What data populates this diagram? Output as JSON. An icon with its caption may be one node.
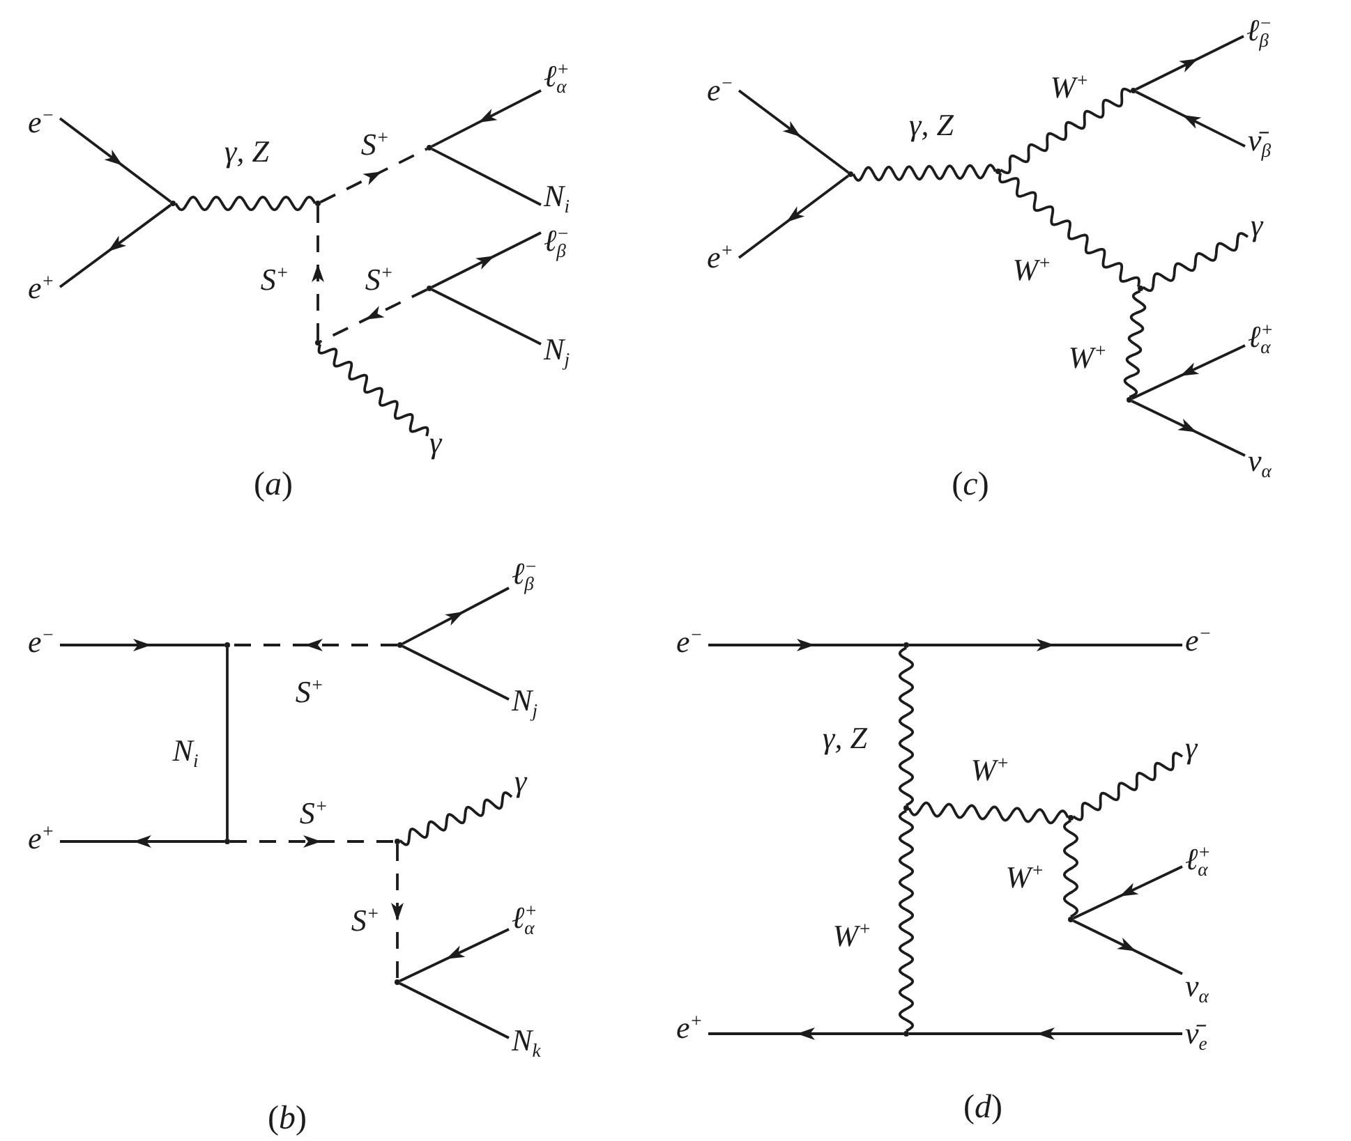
{
  "diagram": {
    "nodes": [
      {
        "text": [
          "e$^{−}$"
        ]
      },
      {
        "text": [
          "e$^{+}$"
        ]
      },
      {
        "text": [],
        "shape": "dot"
      },
      {
        "text": [],
        "shape": "dot"
      },
      {
        "text": [],
        "shape": "dot"
      },
      {
        "text": [],
        "shape": "dot"
      },
      {
        "text": [],
        "shape": "dot"
      },
      {
        "text": [
          "ℓ$^{+}$$_{α}$"
        ]
      },
      {
        "text": [
          "N$_{i}$"
        ]
      },
      {
        "text": [
          "ℓ$^{−}$$_{β}$"
        ]
      },
      {
        "text": [
          "N$_{j}$"
        ]
      },
      {
        "text": [
          "γ"
        ]
      },
      {
        "text": [
          "e$^{−}$"
        ]
      },
      {
        "text": [
          "e$^{+}$"
        ]
      },
      {
        "text": [],
        "shape": "dot"
      },
      {
        "text": [],
        "shape": "dot"
      },
      {
        "text": [],
        "shape": "dot"
      },
      {
        "text": [],
        "shape": "dot"
      },
      {
        "text": [],
        "shape": "dot"
      },
      {
        "text": [
          "ℓ$^{−}$$_{β}$"
        ]
      },
      {
        "text": [
          "ν̄$_{β}$"
        ]
      },
      {
        "text": [
          "γ"
        ]
      },
      {
        "text": [
          "ℓ$^{+}$$_{α}$"
        ]
      },
      {
        "text": [
          "ν$_{α}$"
        ]
      },
      {
        "text": [
          "e$^{−}$"
        ]
      },
      {
        "text": [
          "e$^{+}$"
        ]
      },
      {
        "text": [],
        "shape": "dot"
      },
      {
        "text": [],
        "shape": "dot"
      },
      {
        "text": [],
        "shape": "dot"
      },
      {
        "text": [],
        "shape": "dot"
      },
      {
        "text": [],
        "shape": "dot"
      },
      {
        "text": [
          "ℓ$^{−}$$_{β}$"
        ]
      },
      {
        "text": [
          "N$_{j}$"
        ]
      },
      {
        "text": [
          "γ"
        ]
      },
      {
        "text": [
          "ℓ$^{+}$$_{α}$"
        ]
      },
      {
        "text": [
          "N$_{k}$"
        ]
      },
      {
        "text": [
          "e$^{−}$"
        ]
      },
      {
        "text": [
          "e$^{−}$"
        ]
      },
      {
        "text": [],
        "shape": "dot"
      },
      {
        "text": [],
        "shape": "dot"
      },
      {
        "text": [],
        "shape": "dot"
      },
      {
        "text": [
          "γ"
        ]
      },
      {
        "text": [],
        "shape": "dot"
      },
      {
        "text": [
          "ℓ$^{+}$$_{α}$"
        ]
      },
      {
        "text": [
          "ν$_{α}$"
        ]
      },
      {
        "text": [
          "e$^{+}$"
        ]
      },
      {
        "text": [],
        "shape": "dot"
      },
      {
        "text": [
          "ν̄$_{e}$"
        ]
      }
    ],
    "edges": [
      {
        "from": 0,
        "to": 2,
        "arrow": "to"
      },
      {
        "from": 2,
        "to": 1,
        "arrow": "to"
      },
      {
        "from": 2,
        "to": 3,
        "arrow": "none",
        "label": "γ, Z"
      },
      {
        "from": 3,
        "to": 5,
        "arrow": "to",
        "style": "dashed",
        "label": "S$^{+}$"
      },
      {
        "from": 4,
        "to": 3,
        "arrow": "to",
        "style": "dashed",
        "label": "S$^{+}$"
      },
      {
        "from": 6,
        "to": 4,
        "arrow": "to",
        "style": "dashed",
        "label": "S$^{+}$"
      },
      {
        "from": 4,
        "to": 11,
        "arrow": "none"
      },
      {
        "from": 7,
        "to": 5,
        "arrow": "to"
      },
      {
        "from": 5,
        "to": 8,
        "arrow": "none"
      },
      {
        "from": 6,
        "to": 9,
        "arrow": "to"
      },
      {
        "from": 6,
        "to": 10,
        "arrow": "none"
      },
      {
        "from": 12,
        "to": 14,
        "arrow": "to"
      },
      {
        "from": 14,
        "to": 13,
        "arrow": "to"
      },
      {
        "from": 14,
        "to": 15,
        "arrow": "none",
        "label": "γ, Z"
      },
      {
        "from": 15,
        "to": 16,
        "arrow": "none",
        "label": "W$^{+}$"
      },
      {
        "from": 15,
        "to": 17,
        "arrow": "none",
        "label": "W$^{+}$"
      },
      {
        "from": 17,
        "to": 21,
        "arrow": "none"
      },
      {
        "from": 17,
        "to": 18,
        "arrow": "none",
        "label": "W$^{+}$"
      },
      {
        "from": 16,
        "to": 19,
        "arrow": "to"
      },
      {
        "from": 20,
        "to": 16,
        "arrow": "to"
      },
      {
        "from": 22,
        "to": 18,
        "arrow": "to"
      },
      {
        "from": 18,
        "to": 23,
        "arrow": "to"
      },
      {
        "from": 24,
        "to": 26,
        "arrow": "to"
      },
      {
        "from": 27,
        "to": 25,
        "arrow": "to"
      },
      {
        "from": 26,
        "to": 27,
        "arrow": "none",
        "label": "N$_{i}$"
      },
      {
        "from": 28,
        "to": 26,
        "arrow": "to",
        "style": "dashed",
        "label": "S$^{+}$"
      },
      {
        "from": 27,
        "to": 29,
        "arrow": "to",
        "style": "dashed",
        "label": "S$^{+}$"
      },
      {
        "from": 28,
        "to": 31,
        "arrow": "to"
      },
      {
        "from": 28,
        "to": 32,
        "arrow": "none"
      },
      {
        "from": 29,
        "to": 33,
        "arrow": "none"
      },
      {
        "from": 29,
        "to": 30,
        "arrow": "to",
        "style": "dashed",
        "label": "S$^{+}$"
      },
      {
        "from": 34,
        "to": 30,
        "arrow": "to"
      },
      {
        "from": 30,
        "to": 35,
        "arrow": "none"
      },
      {
        "from": 36,
        "to": 38,
        "arrow": "to"
      },
      {
        "from": 38,
        "to": 37,
        "arrow": "to"
      },
      {
        "from": 38,
        "to": 39,
        "arrow": "none",
        "label": "γ, Z"
      },
      {
        "from": 39,
        "to": 46,
        "arrow": "none",
        "label": "W$^{+}$"
      },
      {
        "from": 39,
        "to": 40,
        "arrow": "none",
        "label": "W$^{+}$"
      },
      {
        "from": 40,
        "to": 41,
        "arrow": "none"
      },
      {
        "from": 40,
        "to": 42,
        "arrow": "none",
        "label": "W$^{+}$"
      },
      {
        "from": 43,
        "to": 42,
        "arrow": "to"
      },
      {
        "from": 42,
        "to": 44,
        "arrow": "to"
      },
      {
        "from": 46,
        "to": 45,
        "arrow": "to"
      },
      {
        "from": 47,
        "to": 46,
        "arrow": "to"
      }
    ],
    "labels": [
      "(*a*)",
      "(*c*)",
      "(*b*)",
      "(*d*)"
    ]
  }
}
